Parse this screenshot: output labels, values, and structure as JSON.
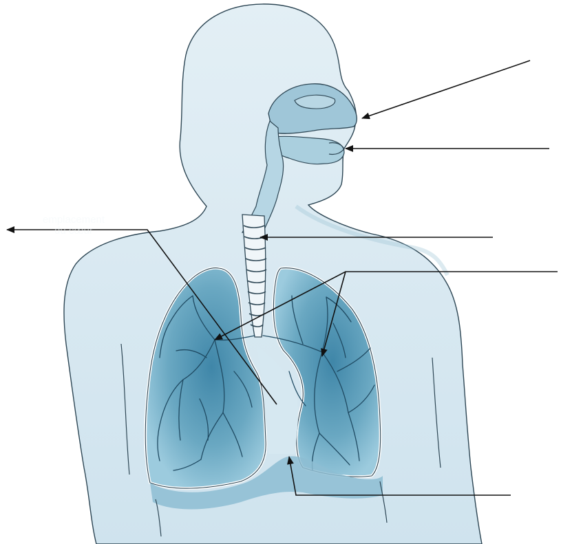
{
  "diagram": {
    "faint_label": [
      "emplacement",
      "du cœur"
    ],
    "colors": {
      "body_fill": "#dcebf3",
      "body_stroke": "#2d4654",
      "airway_fill": "#9fc6d8",
      "lung_fill": "#5f9fbb",
      "lung_highlight": "#3f86a8",
      "vessel_stroke": "#1f4a62",
      "arrow": "#111111"
    },
    "pointers": [
      {
        "target": "nose"
      },
      {
        "target": "mouth"
      },
      {
        "target": "trachea"
      },
      {
        "target": "bronchi"
      },
      {
        "target": "heart-location"
      },
      {
        "target": "diaphragm"
      }
    ]
  }
}
